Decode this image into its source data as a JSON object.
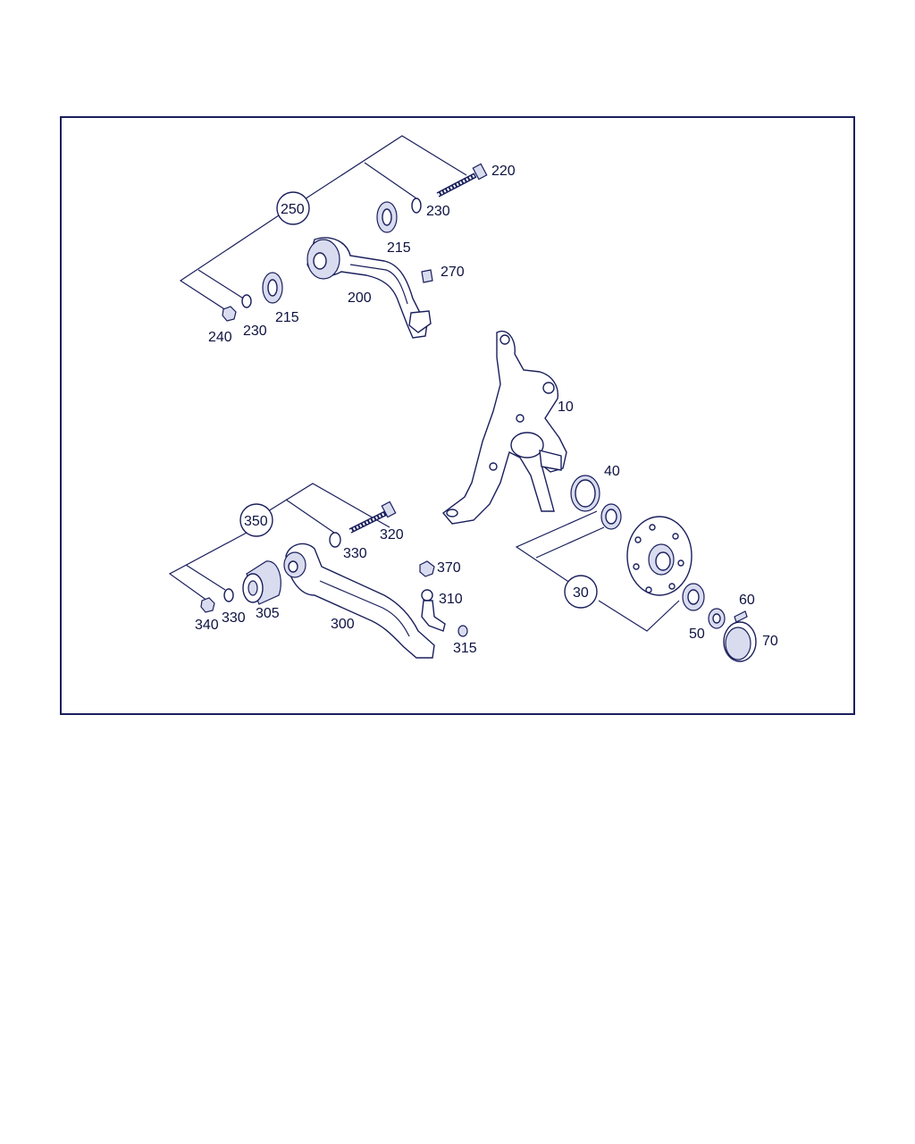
{
  "callouts": {
    "c10": "10",
    "c30": "30",
    "c40": "40",
    "c50": "50",
    "c60": "60",
    "c70": "70",
    "c200": "200",
    "c215a": "215",
    "c215b": "215",
    "c220": "220",
    "c230a": "230",
    "c230b": "230",
    "c240": "240",
    "c250": "250",
    "c270": "270",
    "c300": "300",
    "c305": "305",
    "c310": "310",
    "c315": "315",
    "c320": "320",
    "c330a": "330",
    "c330b": "330",
    "c340": "340",
    "c350": "350",
    "c370": "370"
  },
  "colors": {
    "line": "#1a1f5c",
    "fill": "#d9dcef"
  }
}
